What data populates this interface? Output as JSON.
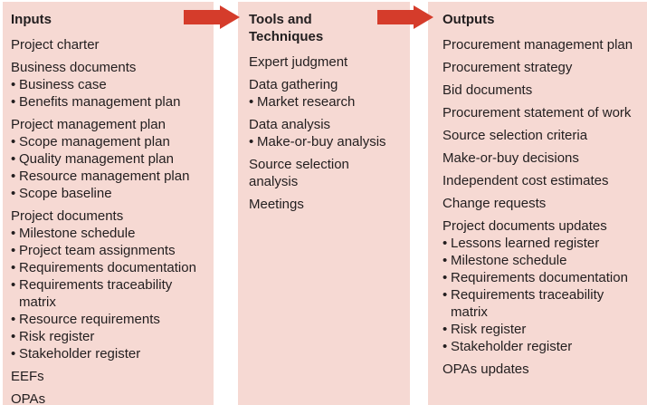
{
  "columns": [
    {
      "title": "Inputs",
      "groups": [
        {
          "label": "Project charter",
          "bullets": []
        },
        {
          "label": "Business documents",
          "bullets": [
            "Business case",
            "Benefits management plan"
          ]
        },
        {
          "label": "Project management plan",
          "bullets": [
            "Scope management plan",
            "Quality management plan",
            "Resource management plan",
            "Scope baseline"
          ]
        },
        {
          "label": "Project documents",
          "bullets": [
            "Milestone schedule",
            "Project team assignments",
            "Requirements documentation",
            "Requirements traceability matrix",
            "Resource requirements",
            "Risk register",
            "Stakeholder register"
          ]
        },
        {
          "label": "EEFs",
          "bullets": []
        },
        {
          "label": "OPAs",
          "bullets": []
        }
      ]
    },
    {
      "title": "Tools and\nTechniques",
      "groups": [
        {
          "label": "Expert judgment",
          "bullets": []
        },
        {
          "label": "Data gathering",
          "bullets": [
            "Market research"
          ]
        },
        {
          "label": "Data analysis",
          "bullets": [
            "Make-or-buy analysis"
          ]
        },
        {
          "label": "Source selection\nanalysis",
          "bullets": []
        },
        {
          "label": "Meetings",
          "bullets": []
        }
      ]
    },
    {
      "title": "Outputs",
      "groups": [
        {
          "label": "Procurement management plan",
          "bullets": []
        },
        {
          "label": "Procurement strategy",
          "bullets": []
        },
        {
          "label": "Bid documents",
          "bullets": []
        },
        {
          "label": "Procurement statement of work",
          "bullets": []
        },
        {
          "label": "Source selection criteria",
          "bullets": []
        },
        {
          "label": "Make-or-buy decisions",
          "bullets": []
        },
        {
          "label": "Independent cost estimates",
          "bullets": []
        },
        {
          "label": "Change requests",
          "bullets": []
        },
        {
          "label": "Project documents updates",
          "bullets": [
            "Lessons learned register",
            "Milestone schedule",
            "Requirements documentation",
            "Requirements traceability matrix",
            "Risk register",
            "Stakeholder register"
          ]
        },
        {
          "label": "OPAs updates",
          "bullets": []
        }
      ]
    }
  ],
  "arrows": [
    {
      "icon": "right-arrow-icon"
    },
    {
      "icon": "right-arrow-icon"
    }
  ],
  "colors": {
    "panel_background": "#f6d9d3",
    "arrow_red": "#d53c2b",
    "text": "#221e1f",
    "background": "#ffffff"
  }
}
